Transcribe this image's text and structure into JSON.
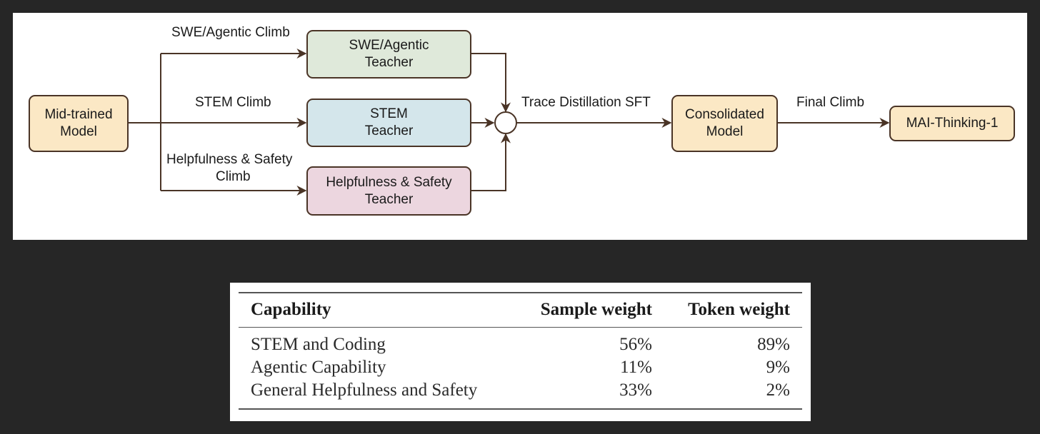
{
  "diagram": {
    "nodes": {
      "mid_trained": {
        "lines": [
          "Mid-trained",
          "Model"
        ],
        "fill": "#fbe8c5"
      },
      "swe_teacher": {
        "lines": [
          "SWE/Agentic",
          "Teacher"
        ],
        "fill": "#dfe9da"
      },
      "stem_teacher": {
        "lines": [
          "STEM",
          "Teacher"
        ],
        "fill": "#d4e6eb"
      },
      "help_teacher": {
        "lines": [
          "Helpfulness & Safety",
          "Teacher"
        ],
        "fill": "#ecd6df"
      },
      "consolidated": {
        "lines": [
          "Consolidated",
          "Model"
        ],
        "fill": "#fbe8c5"
      },
      "final": {
        "lines": [
          "MAI-Thinking-1"
        ],
        "fill": "#fbe8c5"
      }
    },
    "edge_labels": {
      "swe_climb": "SWE/Agentic Climb",
      "stem_climb": "STEM Climb",
      "help_climb_1": "Helpfulness & Safety",
      "help_climb_2": "Climb",
      "trace_sft": "Trace Distillation SFT",
      "final_climb": "Final Climb"
    },
    "line_color": "#4a3426"
  },
  "table": {
    "headers": [
      "Capability",
      "Sample weight",
      "Token weight"
    ],
    "rows": [
      [
        "STEM and Coding",
        "56%",
        "89%"
      ],
      [
        "Agentic Capability",
        "11%",
        "9%"
      ],
      [
        "General Helpfulness and Safety",
        "33%",
        "2%"
      ]
    ]
  }
}
